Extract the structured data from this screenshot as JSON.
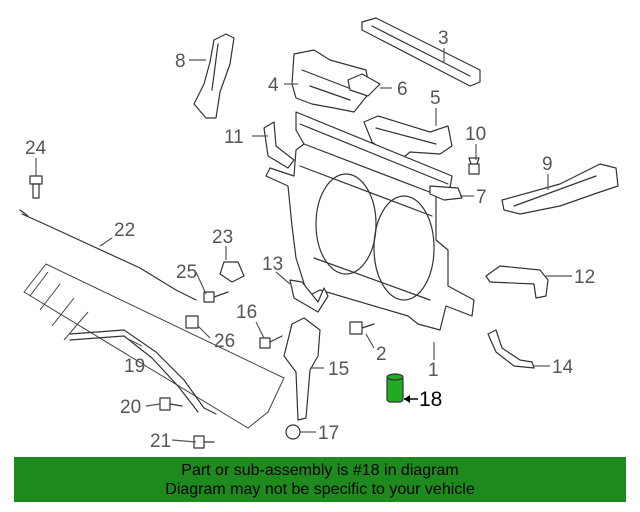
{
  "callouts": {
    "c1": "1",
    "c2": "2",
    "c3": "3",
    "c4": "4",
    "c5": "5",
    "c6": "6",
    "c7": "7",
    "c8": "8",
    "c9": "9",
    "c10": "10",
    "c11": "11",
    "c12": "12",
    "c13": "13",
    "c14": "14",
    "c15": "15",
    "c16": "16",
    "c17": "17",
    "c18": "18",
    "c19": "19",
    "c20": "20",
    "c21": "21",
    "c22": "22",
    "c23": "23",
    "c24": "24",
    "c25": "25",
    "c26": "26"
  },
  "highlight_part": "18",
  "colors": {
    "banner": "#1e8a1e",
    "highlight_part": "#22aa22",
    "line": "#333333"
  },
  "banner": {
    "line1": "Part or sub-assembly is #18 in diagram",
    "line2": "Diagram may not be specific to your vehicle"
  }
}
